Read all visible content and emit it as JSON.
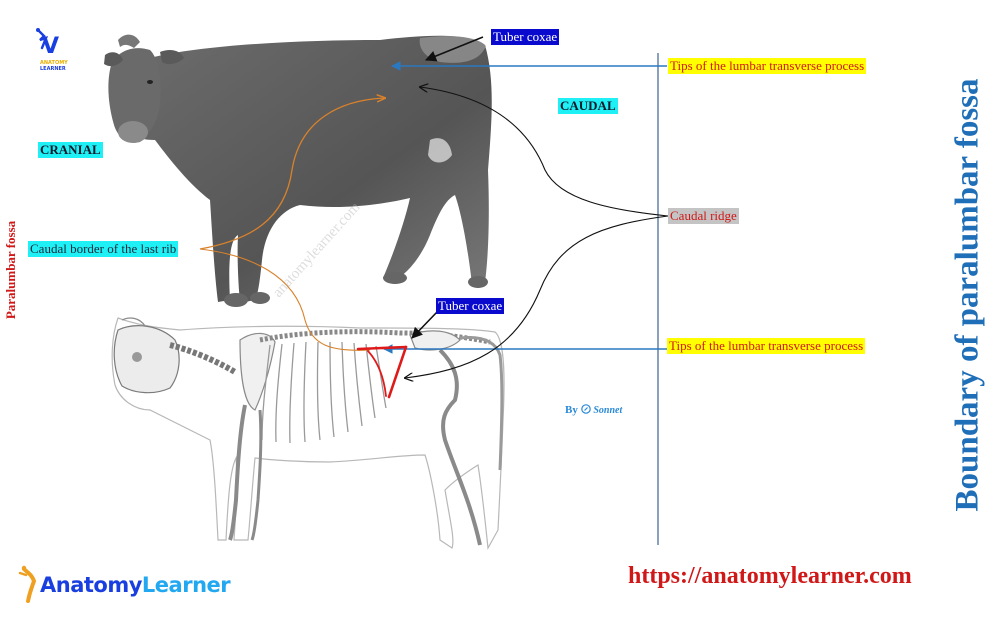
{
  "title": "Boundary of paralumbar fossa",
  "side_label": "Paralumbar fossa",
  "orientation": {
    "cranial": "CRANIAL",
    "caudal": "CAUDAL"
  },
  "annotations": {
    "tuber_coxae_top": "Tuber coxae",
    "tuber_coxae_bottom": "Tuber coxae",
    "lumbar_tips_top": "Tips of the lumbar transverse process",
    "lumbar_tips_bottom": "Tips of the lumbar transverse process",
    "caudal_ridge": "Caudal ridge",
    "last_rib": "Caudal border of the last rib"
  },
  "branding": {
    "logo_small_letter": "V",
    "logo_small_line1": "ANATOMY",
    "logo_small_line2": "LEARNER",
    "logo_text_part1": "Anatomy",
    "logo_text_part2": "Learner",
    "byline_prefix": "By",
    "byline_name": "Sonnet",
    "watermark": "anatomylearner.com",
    "url": "https://anatomylearner.com"
  },
  "colors": {
    "label_blue": "#0a0acf",
    "label_yellow": "#ffff00",
    "label_cyan": "#1ff0f5",
    "label_gray": "#c4c4c4",
    "text_red": "#d01818",
    "title_blue": "#1f6fb8",
    "guide_line": "#2a78c0",
    "boundary_red": "#e01a1a",
    "rib_arrow_orange": "#d9822b"
  },
  "icons": {
    "arrow_icon": "arrow-pointer",
    "logo_figure": "jumping-figure-icon",
    "sonnet_icon": "sonnet-compass-icon"
  }
}
